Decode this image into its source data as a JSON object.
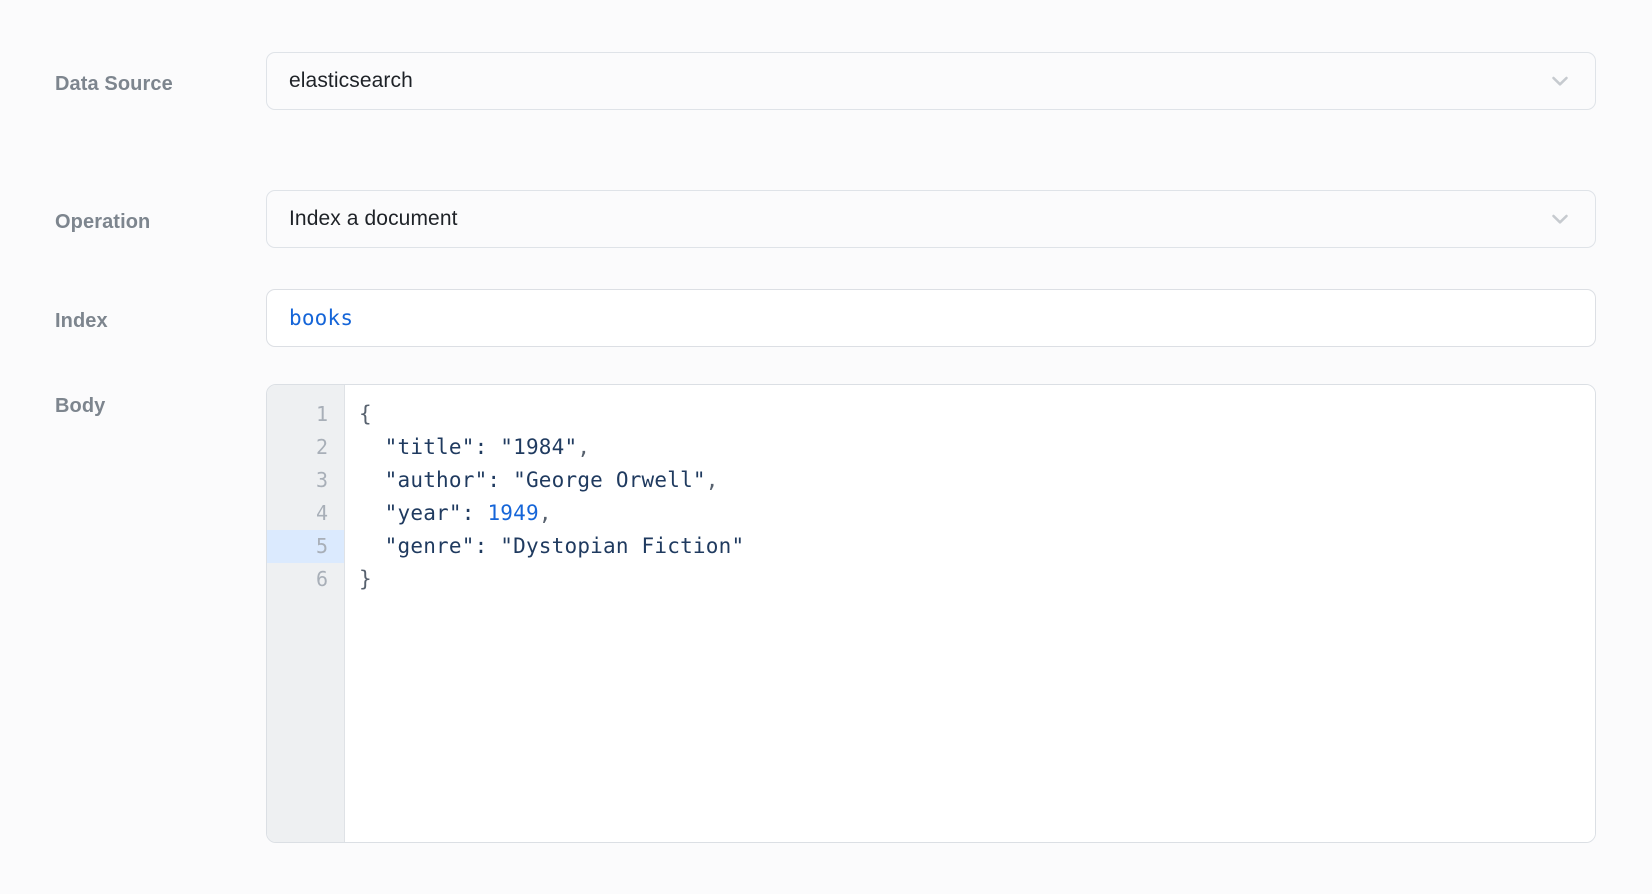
{
  "fields": {
    "data_source": {
      "label": "Data Source",
      "value": "elasticsearch",
      "icon": "chevron-down-icon"
    },
    "operation": {
      "label": "Operation",
      "value": "Index a document",
      "icon": "chevron-down-icon"
    },
    "index": {
      "label": "Index",
      "value": "books"
    },
    "body": {
      "label": "Body",
      "active_line": 5,
      "lines": [
        {
          "num": "1",
          "segments": [
            {
              "t": "{",
              "k": "punct"
            }
          ]
        },
        {
          "num": "2",
          "segments": [
            {
              "t": "  \"title\": \"1984\"",
              "k": "str"
            },
            {
              "t": ",",
              "k": "punct"
            }
          ]
        },
        {
          "num": "3",
          "segments": [
            {
              "t": "  \"author\": \"George Orwell\"",
              "k": "str"
            },
            {
              "t": ",",
              "k": "punct"
            }
          ]
        },
        {
          "num": "4",
          "segments": [
            {
              "t": "  \"year\": ",
              "k": "str"
            },
            {
              "t": "1949",
              "k": "num"
            },
            {
              "t": ",",
              "k": "punct"
            }
          ]
        },
        {
          "num": "5",
          "segments": [
            {
              "t": "  \"genre\": \"Dystopian Fiction\"",
              "k": "str"
            }
          ]
        },
        {
          "num": "6",
          "segments": [
            {
              "t": "}",
              "k": "punct"
            }
          ]
        }
      ]
    }
  },
  "colors": {
    "page_background": "#fbfbfc",
    "label_text": "#7d858e",
    "field_border": "#dfe3e8",
    "value_text": "#1e2227",
    "code_text": "#1f3a5f",
    "code_number": "#1565d8",
    "index_value_text": "#1565d8",
    "gutter_background": "#eef0f2",
    "gutter_text": "#a8afb8",
    "active_line_highlight": "#dbeafe",
    "chevron": "#c6cacf"
  }
}
